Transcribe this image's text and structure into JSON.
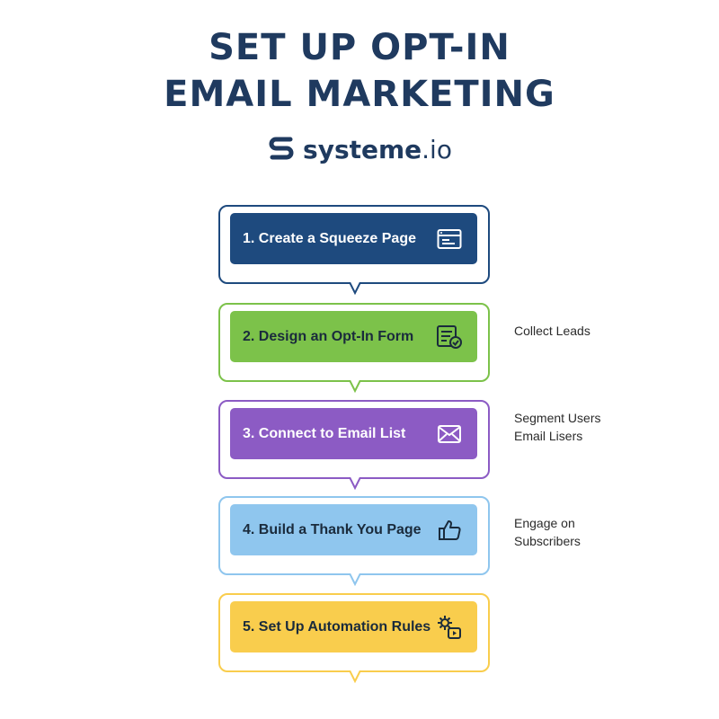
{
  "title": {
    "line1": "SET UP OPT-IN",
    "line2": "EMAIL MARKETING"
  },
  "brand": {
    "name_main": "systeme",
    "name_suffix": ".io",
    "logo_icon": "systeme-s-logo"
  },
  "colors": {
    "title": "#1f3a5f",
    "step1": "#1e4a7e",
    "step2": "#7cc24a",
    "step3": "#8c5bc4",
    "step4": "#8fc6ee",
    "step5": "#f9cd4d"
  },
  "steps": [
    {
      "label": "1.  Create a Squeeze Page",
      "icon": "browser-window-icon"
    },
    {
      "label": "2.  Design an Opt-In Form",
      "icon": "form-check-icon"
    },
    {
      "label": "3.  Connect to Email List",
      "icon": "envelope-icon"
    },
    {
      "label": "4.  Build a Thank You Page",
      "icon": "thumbs-up-icon"
    },
    {
      "label": "5.  Set Up Automation Rules",
      "icon": "gear-play-icon"
    }
  ],
  "notes": {
    "n1": {
      "line1": "Collect Leads"
    },
    "n2": {
      "line1": "Segment Users",
      "line2": "Email Lisers"
    },
    "n3": {
      "line1": "Engage on",
      "line2": "Subscribers"
    }
  }
}
